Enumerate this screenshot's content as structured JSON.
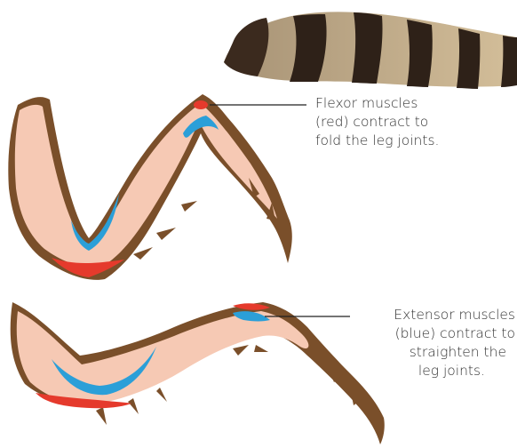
{
  "labels": {
    "flexor": [
      "Flexor muscles",
      "(red) contract to",
      "fold the leg joints."
    ],
    "extensor": [
      "Extensor muscles",
      "(blue) contract to",
      "straighten the",
      "leg joints."
    ]
  },
  "colors": {
    "exoskeleton": "#7a4f2a",
    "flesh": "#f6c9b4",
    "flexor_muscle": "#e53a2c",
    "extensor_muscle": "#2b9fd8",
    "leader_line": "#222222",
    "text": "#333333"
  },
  "icons": {
    "top_right": "striped-animal-tail-icon"
  }
}
